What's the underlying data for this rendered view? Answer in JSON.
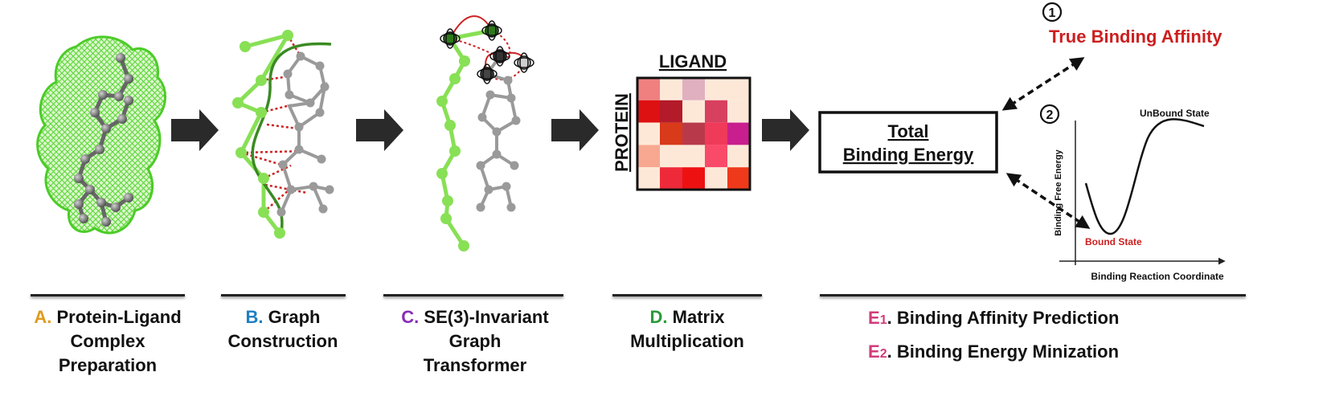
{
  "steps": [
    {
      "letter": "A.",
      "lines": [
        "Protein-Ligand",
        "Complex",
        "Preparation"
      ]
    },
    {
      "letter": "B.",
      "lines": [
        "Graph",
        "Construction"
      ]
    },
    {
      "letter": "C.",
      "lines": [
        "SE(3)-Invariant",
        "Graph",
        "Transformer"
      ]
    },
    {
      "letter": "D.",
      "lines": [
        "Matrix",
        "Multiplication"
      ]
    }
  ],
  "e_captions": [
    {
      "letter": "E",
      "sub": "1",
      "text": ". Binding Affinity Prediction"
    },
    {
      "letter": "E",
      "sub": "2",
      "text": ". Binding Energy Minization"
    }
  ],
  "matrix": {
    "col_label": "LIGAND",
    "row_label": "PROTEIN",
    "cells": [
      [
        "#f08080",
        "#fde8d8",
        "#e0b0c0",
        "#fde8d8",
        "#fde8d8"
      ],
      [
        "#dd1111",
        "#b31a2a",
        "#fde8d8",
        "#d84060",
        "#fde8d8"
      ],
      [
        "#fde8d8",
        "#d83a1a",
        "#b83a4a",
        "#f03a5a",
        "#c81e8e"
      ],
      [
        "#f8a890",
        "#fde8d8",
        "#fde8d8",
        "#fa4a6a",
        "#fde8d8"
      ],
      [
        "#fde8d8",
        "#ee2a3a",
        "#ee1111",
        "#fde8d8",
        "#ee3a1a"
      ]
    ]
  },
  "energy_box": {
    "line1": "Total",
    "line2": "Binding Energy"
  },
  "affinity": {
    "number": "1",
    "label": "True Binding Affinity",
    "color": "#cc1f1f"
  },
  "energy_plot": {
    "number": "2",
    "unbound_label": "UnBound State",
    "bound_label": "Bound State",
    "bound_color": "#cc1f1f",
    "ylabel": "Binding Free Energy",
    "xlabel": "Binding Reaction Coordinate"
  },
  "colors": {
    "mesh_green": "#66dd44",
    "node_light_green": "#88e055",
    "curve_dark_green": "#3a8a22",
    "ligand_grey": "#9a9a9a",
    "contact_red": "#cc2222",
    "arrow_dark": "#2a2a2a"
  }
}
